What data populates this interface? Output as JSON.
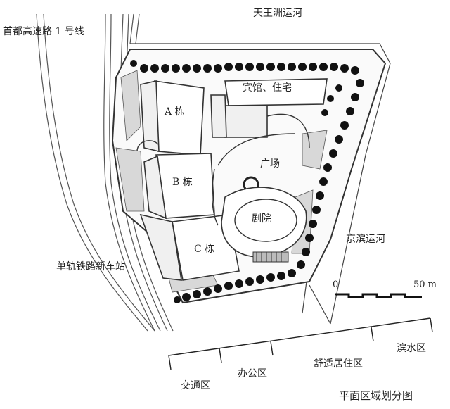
{
  "labels": {
    "canal_north": "天王洲运河",
    "canal_east": "京滨运河",
    "expressway": "首都高速路 1 号线",
    "monorail_station": "单轨铁路新车站",
    "building_a": "A 栋",
    "building_b": "B 栋",
    "building_c": "C 栋",
    "hotel_residence": "宾馆、住宅",
    "plaza": "广场",
    "theater": "剧院"
  },
  "scale_bar": {
    "start": "0",
    "end": "50 m"
  },
  "zones": {
    "transport": "交通区",
    "office": "办公区",
    "residential": "舒适居住区",
    "waterfront": "滨水区"
  },
  "caption": "平面区域划分图"
}
